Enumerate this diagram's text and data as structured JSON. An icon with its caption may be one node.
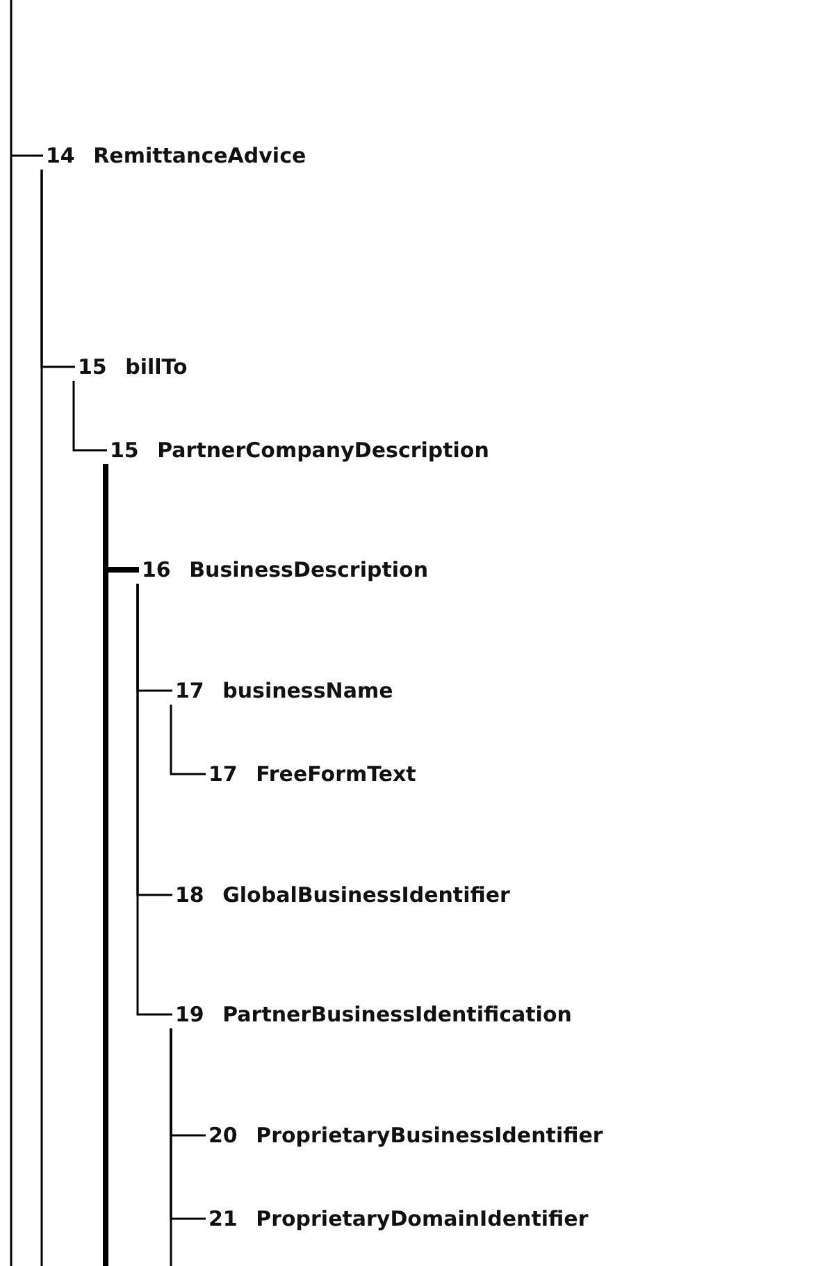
{
  "diagram": {
    "nodes": [
      {
        "text": [
          "14 RemittanceAdvice"
        ]
      },
      {
        "text": [
          "15 billTo"
        ]
      },
      {
        "text": [
          "15 PartnerCompanyDescription"
        ]
      },
      {
        "text": [
          "16 BusinessDescription"
        ]
      },
      {
        "text": [
          "17 businessName"
        ]
      },
      {
        "text": [
          "17 FreeFormText"
        ]
      },
      {
        "text": [
          "18 GlobalBusinessIdentifier"
        ]
      },
      {
        "text": [
          "19 PartnerBusinessIdentification"
        ]
      },
      {
        "text": [
          "20 ProprietaryBusinessIdentifier"
        ]
      },
      {
        "text": [
          "21 ProprietaryDomainIdentifier"
        ]
      }
    ],
    "edges": [
      {
        "from": null,
        "to": 0,
        "arrow": "none"
      },
      {
        "from": 0,
        "to": 1,
        "arrow": "none"
      },
      {
        "from": 1,
        "to": 2,
        "arrow": "none"
      },
      {
        "from": 2,
        "to": 3,
        "arrow": "none",
        "style": "thick"
      },
      {
        "from": 3,
        "to": 4,
        "arrow": "none"
      },
      {
        "from": 4,
        "to": 5,
        "arrow": "none"
      },
      {
        "from": 3,
        "to": 6,
        "arrow": "none"
      },
      {
        "from": 3,
        "to": 7,
        "arrow": "none"
      },
      {
        "from": 7,
        "to": 8,
        "arrow": "none"
      },
      {
        "from": 7,
        "to": 9,
        "arrow": "none"
      },
      {
        "from": 0,
        "to": null,
        "arrow": "none"
      },
      {
        "from": 2,
        "to": null,
        "arrow": "none",
        "style": "thick"
      },
      {
        "from": 7,
        "to": null,
        "arrow": "none"
      }
    ]
  }
}
